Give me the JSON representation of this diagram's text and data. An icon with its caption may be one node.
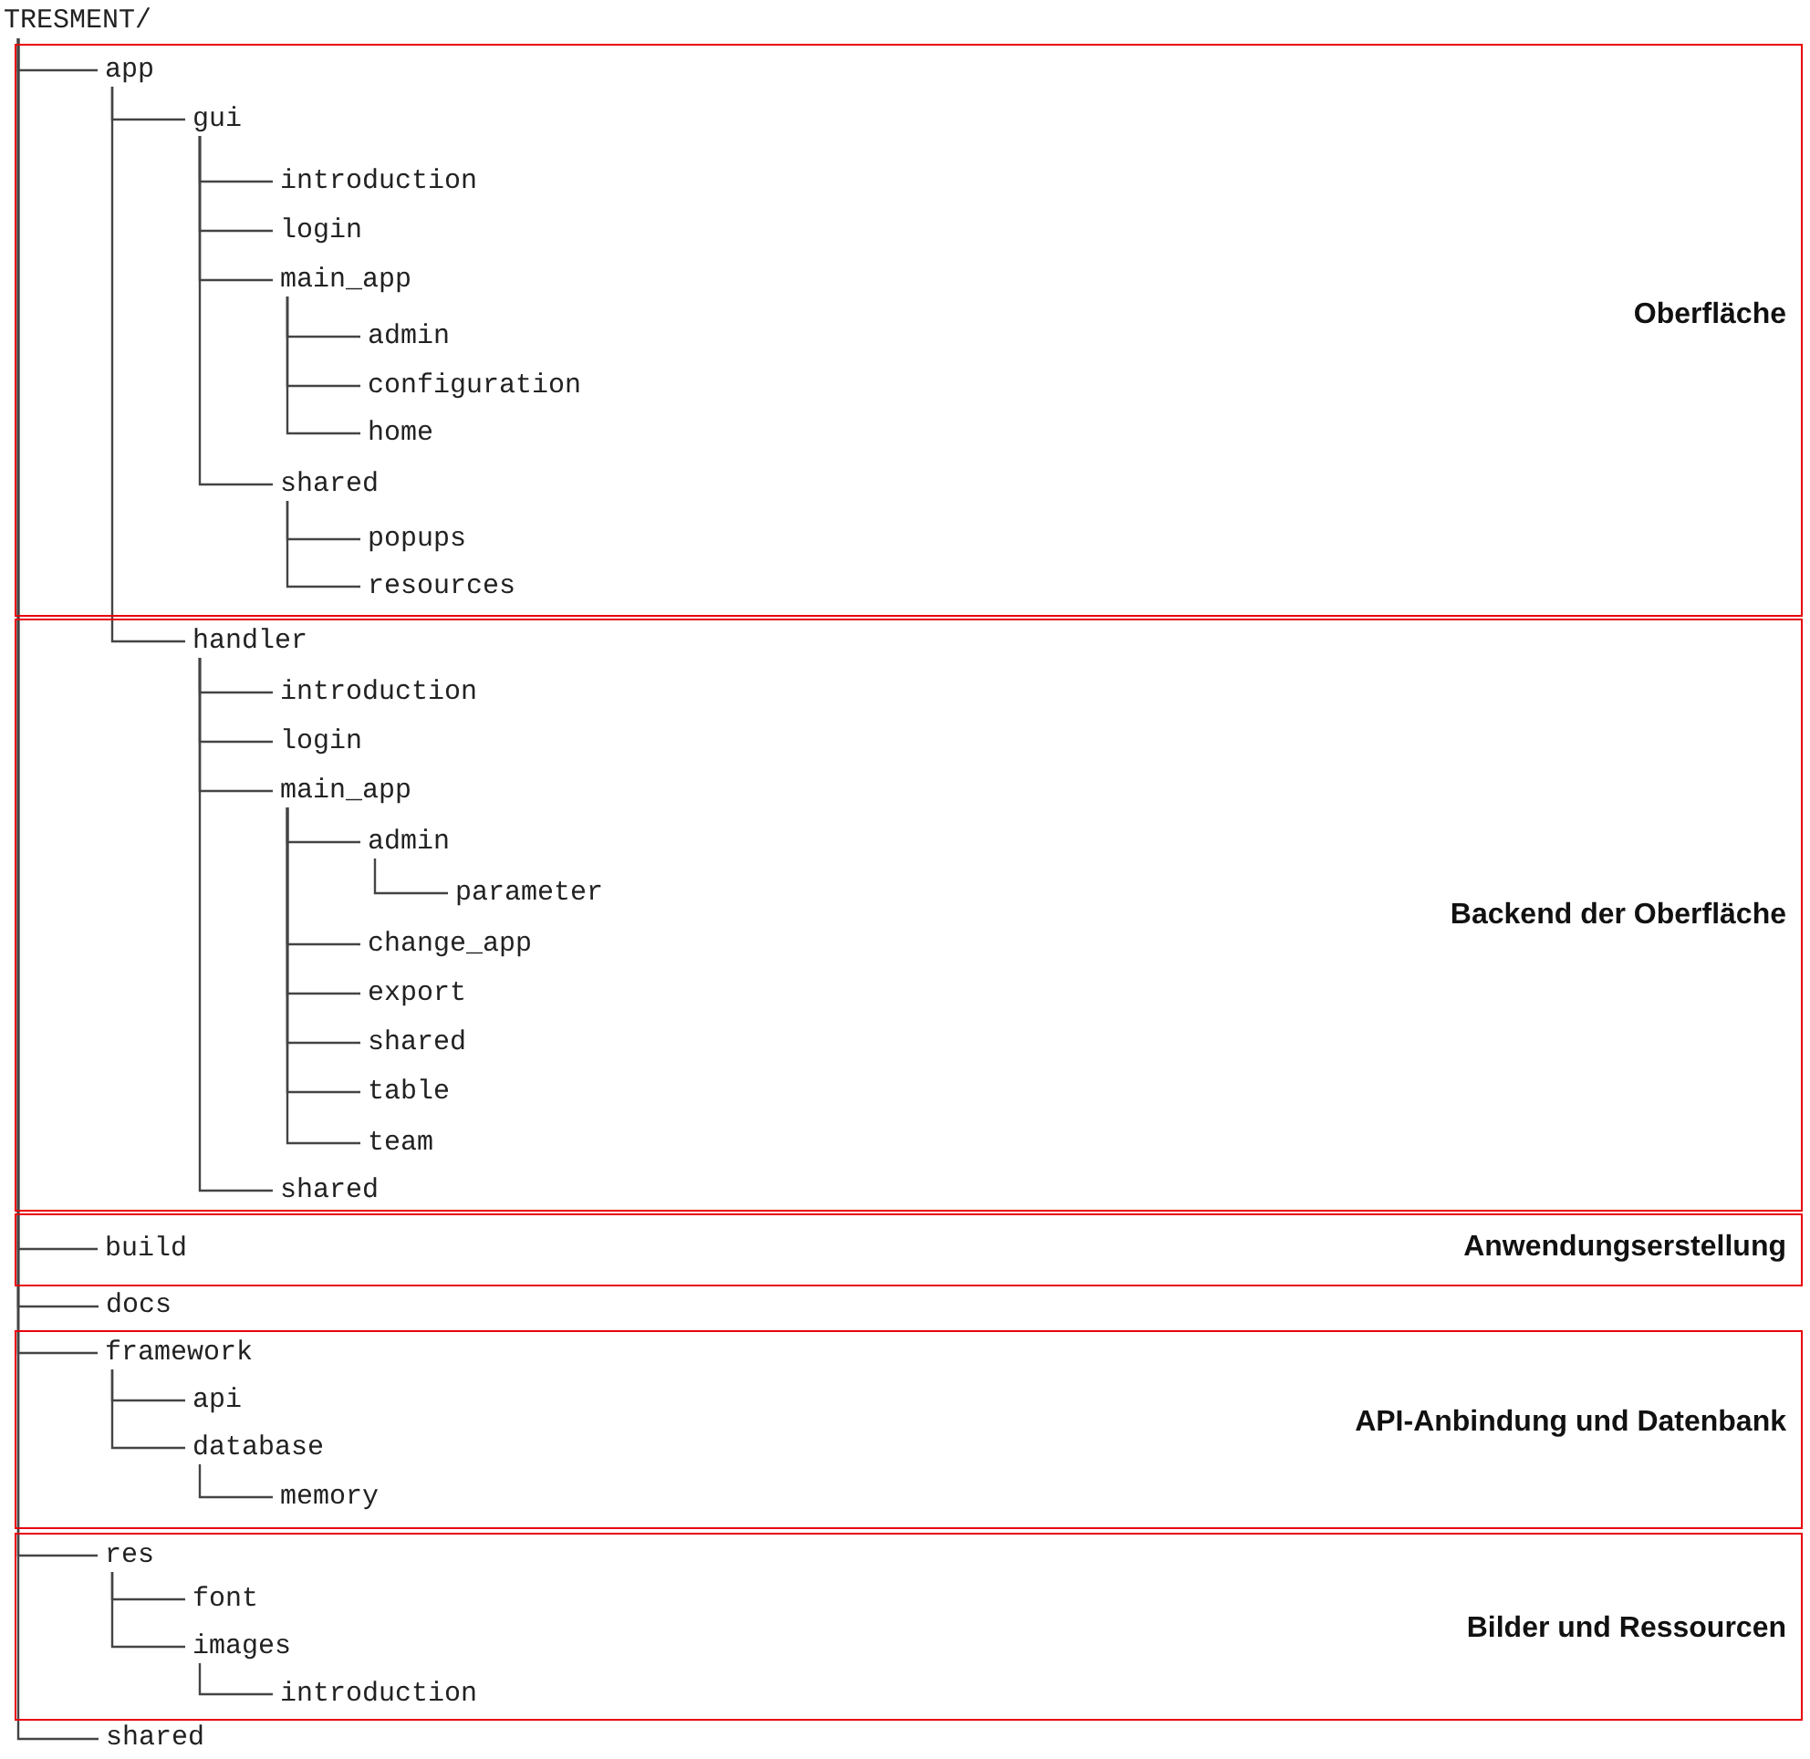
{
  "diagram": {
    "nodes": [
      {
        "text": [
          "TRESMENT/"
        ]
      },
      {
        "text": [
          "Oberfläche"
        ]
      },
      {
        "text": [
          "app"
        ],
        "in": 1
      },
      {
        "text": [
          "gui"
        ],
        "in": 1
      },
      {
        "text": [
          "introduction"
        ],
        "in": 1
      },
      {
        "text": [
          "login"
        ],
        "in": 1
      },
      {
        "text": [
          "main_app"
        ],
        "in": 1
      },
      {
        "text": [
          "admin"
        ],
        "in": 1
      },
      {
        "text": [
          "configuration"
        ],
        "in": 1
      },
      {
        "text": [
          "home"
        ],
        "in": 1
      },
      {
        "text": [
          "shared"
        ],
        "in": 1
      },
      {
        "text": [
          "popups"
        ],
        "in": 1
      },
      {
        "text": [
          "resources"
        ],
        "in": 1
      },
      {
        "text": [
          "Backend der Oberfläche"
        ]
      },
      {
        "text": [
          "handler"
        ],
        "in": 13
      },
      {
        "text": [
          "introduction"
        ],
        "in": 13
      },
      {
        "text": [
          "login"
        ],
        "in": 13
      },
      {
        "text": [
          "main_app"
        ],
        "in": 13
      },
      {
        "text": [
          "admin"
        ],
        "in": 13
      },
      {
        "text": [
          "parameter"
        ],
        "in": 13
      },
      {
        "text": [
          "change_app"
        ],
        "in": 13
      },
      {
        "text": [
          "export"
        ],
        "in": 13
      },
      {
        "text": [
          "shared"
        ],
        "in": 13
      },
      {
        "text": [
          "table"
        ],
        "in": 13
      },
      {
        "text": [
          "team"
        ],
        "in": 13
      },
      {
        "text": [
          "shared"
        ],
        "in": 13
      },
      {
        "text": [
          "Anwendungserstellung"
        ]
      },
      {
        "text": [
          "build"
        ],
        "in": 26
      },
      {
        "text": [
          "docs"
        ]
      },
      {
        "text": [
          "API-Anbindung und Datenbank"
        ]
      },
      {
        "text": [
          "framework"
        ],
        "in": 29
      },
      {
        "text": [
          "api"
        ],
        "in": 29
      },
      {
        "text": [
          "database"
        ],
        "in": 29
      },
      {
        "text": [
          "memory"
        ],
        "in": 29
      },
      {
        "text": [
          "Bilder und Ressourcen"
        ]
      },
      {
        "text": [
          "res"
        ],
        "in": 34
      },
      {
        "text": [
          "font"
        ],
        "in": 34
      },
      {
        "text": [
          "images"
        ],
        "in": 34
      },
      {
        "text": [
          "introduction"
        ],
        "in": 34
      },
      {
        "text": [
          "shared"
        ]
      }
    ],
    "edges": [
      {
        "from": 0,
        "to": 2,
        "arrow": "none"
      },
      {
        "from": 2,
        "to": 3,
        "arrow": "none"
      },
      {
        "from": 3,
        "to": 4,
        "arrow": "none"
      },
      {
        "from": 3,
        "to": 5,
        "arrow": "none"
      },
      {
        "from": 3,
        "to": 6,
        "arrow": "none"
      },
      {
        "from": 6,
        "to": 7,
        "arrow": "none"
      },
      {
        "from": 6,
        "to": 8,
        "arrow": "none"
      },
      {
        "from": 6,
        "to": 9,
        "arrow": "none"
      },
      {
        "from": 3,
        "to": 10,
        "arrow": "none"
      },
      {
        "from": 10,
        "to": 11,
        "arrow": "none"
      },
      {
        "from": 10,
        "to": 12,
        "arrow": "none"
      },
      {
        "from": 2,
        "to": 14,
        "arrow": "none"
      },
      {
        "from": 14,
        "to": 15,
        "arrow": "none"
      },
      {
        "from": 14,
        "to": 16,
        "arrow": "none"
      },
      {
        "from": 14,
        "to": 17,
        "arrow": "none"
      },
      {
        "from": 17,
        "to": 18,
        "arrow": "none"
      },
      {
        "from": 18,
        "to": 19,
        "arrow": "none"
      },
      {
        "from": 17,
        "to": 20,
        "arrow": "none"
      },
      {
        "from": 17,
        "to": 21,
        "arrow": "none"
      },
      {
        "from": 17,
        "to": 22,
        "arrow": "none"
      },
      {
        "from": 17,
        "to": 23,
        "arrow": "none"
      },
      {
        "from": 17,
        "to": 24,
        "arrow": "none"
      },
      {
        "from": 14,
        "to": 25,
        "arrow": "none"
      },
      {
        "from": 0,
        "to": 27,
        "arrow": "none"
      },
      {
        "from": 0,
        "to": 28,
        "arrow": "none"
      },
      {
        "from": 0,
        "to": 30,
        "arrow": "none"
      },
      {
        "from": 30,
        "to": 31,
        "arrow": "none"
      },
      {
        "from": 30,
        "to": 32,
        "arrow": "none"
      },
      {
        "from": 32,
        "to": 33,
        "arrow": "none"
      },
      {
        "from": 0,
        "to": 35,
        "arrow": "none"
      },
      {
        "from": 35,
        "to": 36,
        "arrow": "none"
      },
      {
        "from": 35,
        "to": 37,
        "arrow": "none"
      },
      {
        "from": 37,
        "to": 38,
        "arrow": "none"
      },
      {
        "from": 0,
        "to": 39,
        "arrow": "none"
      }
    ]
  }
}
